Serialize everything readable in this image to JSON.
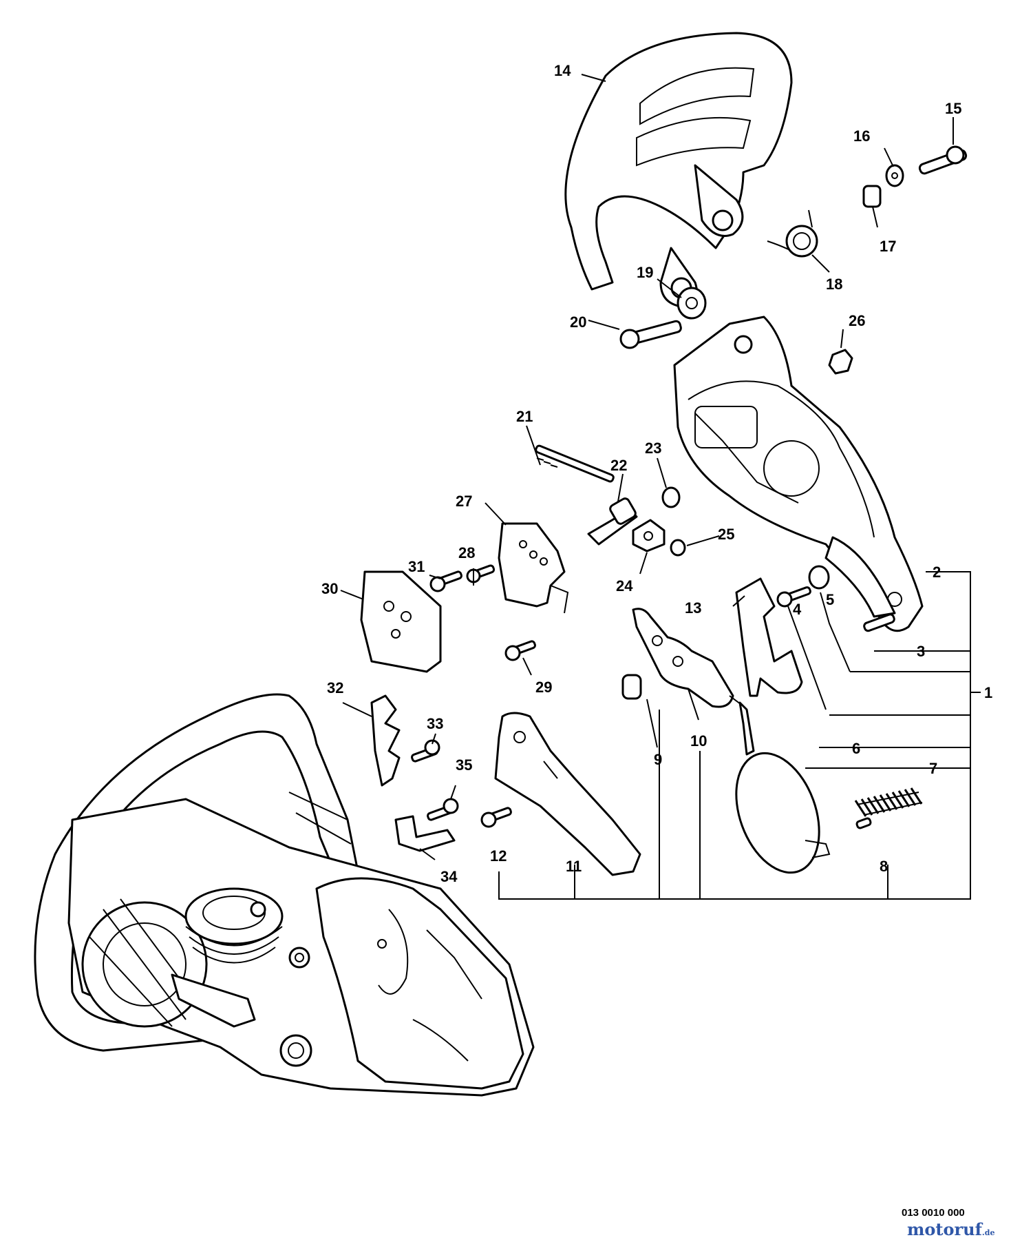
{
  "diagram": {
    "drawing_number": "013 0010 000",
    "watermark": {
      "name": "motoruf",
      "suffix": ".de"
    },
    "callouts": [
      "1",
      "2",
      "3",
      "4",
      "5",
      "6",
      "7",
      "8",
      "9",
      "10",
      "11",
      "12",
      "13",
      "14",
      "15",
      "16",
      "17",
      "18",
      "19",
      "20",
      "21",
      "22",
      "23",
      "24",
      "25",
      "26",
      "27",
      "28",
      "29",
      "30",
      "31",
      "32",
      "33",
      "34",
      "35"
    ]
  }
}
